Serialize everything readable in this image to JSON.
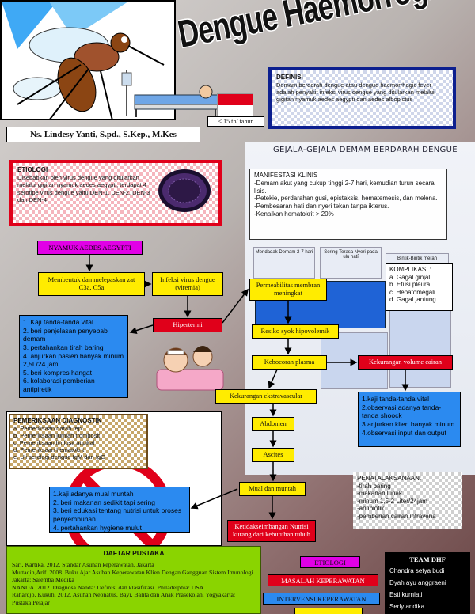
{
  "header": {
    "title": "Dengue Haemorrogic Fever",
    "author": "Ns. Lindesy Yanti, S.pd., S.Kep., M.Kes",
    "age_tag": "< 15 th/ tahun"
  },
  "definisi": {
    "title": "DEFINISI",
    "text": "Demam berdarah dengue atau dengue haemorrhagic fever adalah penyakit infeksi virus dengue yang ditularkan melalui gigitan nyamuk aedes aegypti dan aedes albopictus"
  },
  "gejala_title": "GEJALA-GEJALA DEMAM BERDARAH DENGUE",
  "etiologi": {
    "title": "ETIOLOGI",
    "text": "Disebabkan oleh virus dengue yang ditularkan melalui gigitan nyamuk aedes aegypti, terdapat 4 serotipe virus dengue yaitu DEN-1, DEN-2, DEN-3 dan DEN-4"
  },
  "manifestasi": {
    "title": "MANIFESTASI KLINIS",
    "items": [
      "-Demam akut yang cukup tinggi 2-7 hari, kemudian turun secara lisis.",
      "-Petekie, perdarahan gusi, epistaksis, hematemesis, dan melena.",
      "-Pembesaran hati dan nyeri tekan tanpa ikterus.",
      "-Kenaikan hematokrit > 20%"
    ]
  },
  "symptom_panels": [
    "Mendadak Demam 2-7 hari",
    "Sering Terasa Nyeri pada ulu hati",
    "Bintik-Bintik merah"
  ],
  "komplikasi": {
    "title": "KOMPLIKASI :",
    "items": [
      "a. Gagal ginjal",
      "b. Efusi pleura",
      "c. Hepatomegali",
      "d. Gagal jantung"
    ]
  },
  "flow": {
    "nyamuk": "NYAMUK AEDES AEGYPTI",
    "membentuk": "Membentuk dan melepaskan zat C3a, C5a",
    "infeksi": "Infeksi virus dengue (viremia)",
    "hipertermi": "Hipertermi",
    "permeabilitas": "Permeabilitas membran meningkat",
    "resiko_syok": "Resiko syok hipovolemik",
    "kebocoran": "Kebocoran plasma",
    "kekurangan_volume": "Kekurangan volume cairan",
    "kekurangan_ekstra": "Kekurangan ekstravascular",
    "abdomen": "Abdomen",
    "ascites": "Ascites",
    "mual": "Mual dan muntah",
    "nutrisi": "Ketidakseimbangan Nutrisi kurang dari kebutuhan tubuh"
  },
  "hipertermi_interv": {
    "items": [
      "1. Kaji tanda-tanda vital",
      "2. beri penjelasan penyebab demam",
      "3. pertahankan tirah baring",
      "4. anjurkan pasien banyak minum 2,5L/24 jam",
      "5. beri kompres hangat",
      "6. kolaborasi pemberian antipiretik"
    ]
  },
  "syok_interv": {
    "items": [
      "1.kaji tanda-tanda vital",
      "2.observasi adanya tanda-tanda shoock",
      "3.anjurkan klien banyak minum",
      "4.observasi input dan output"
    ]
  },
  "nutrisi_interv": {
    "items": [
      "1.kaji adanya mual muntah",
      "2. beri makanan sedikit tapi sering",
      "3. beri edukasi tentang nutrisi untuk proses penyembuhan",
      "4. pertahankan hygiene mulut"
    ]
  },
  "pemeriksaan": {
    "title": "PEMERIKSAAN DIAGNOSTIK",
    "items": [
      "a. Pemeriksaan darah tepi",
      "b. Pemeriksaan jumlah trombosit",
      "c. Pemeriksaan limfosit atipikal",
      "d. Pemeriksaan hematokrit",
      "e. Uji serologi dengue IgM dan IgG"
    ]
  },
  "penatalaksanaan": {
    "title": "PENATALAKSANAAN:",
    "items": [
      "-tirah baring",
      "-makanan lunak",
      "-minum 1,5-2 Liter/24jam",
      "-antibiotik",
      "-pemberian cairan intravena"
    ]
  },
  "daftar_pustaka": {
    "title": "DAFTAR PUSTAKA",
    "items": [
      "Sari, Kartika. 2012. Standar Asuhan keperawatan. Jakarta",
      "Muttaqin,Arif. 2008. Buku Ajar Asuhan Keperawatan Klien Dengan Gangguan Sistem Imunologi. Jakarta: Salemba Medika",
      "NANDA. 2012. Diagnosa Nanda: Definisi dan klasifikasi. Philadelphia: USA",
      "Rahardjo, Kukuh. 2012. Asuhan Neonatus, Bayi, Balita dan Anak Prasekolah. Yogyakarta: Pustaka Pelajar"
    ]
  },
  "legend": {
    "etiologi": "ETIOLOGI",
    "masalah": "MASALAH KEPERAWATAN",
    "intervensi": "INTERVENSI KEPERAWATAN"
  },
  "team": {
    "title": "TEAM DHF",
    "members": [
      "Chandra setya budi",
      "Dyah ayu anggraeni",
      "Esti kurniati",
      "Serly andika"
    ]
  },
  "colors": {
    "yellow": "#ffec00",
    "red": "#e0001a",
    "blue": "#2b8af0",
    "magenta": "#e100e6",
    "green": "#8ad400",
    "navy": "#0c1f8f"
  },
  "icons": [
    "mosquito-icon",
    "patient-bed-icon",
    "indonesia-flag-icon",
    "virus-icon",
    "sick-child-icon"
  ]
}
